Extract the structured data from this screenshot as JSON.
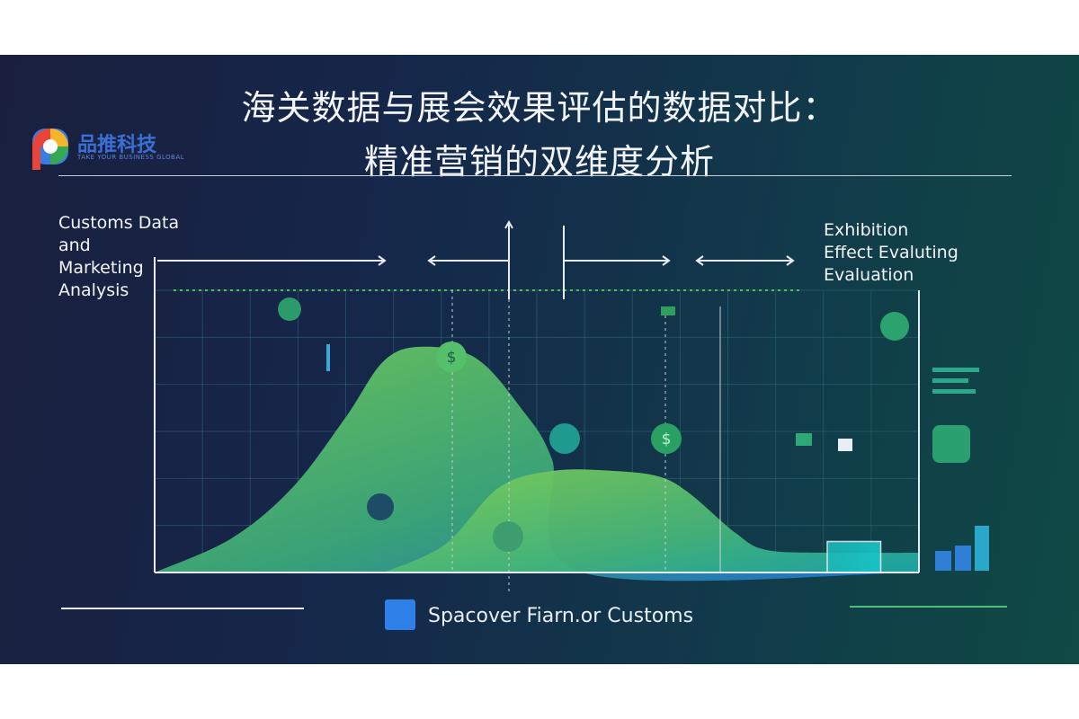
{
  "title_line1": "海关数据与展会效果评估的数据对比：",
  "title_line2": "精准营销的双维度分析",
  "logo": {
    "name": "品推科技",
    "tagline": "TAKE YOUR BUSINESS GLOBAL"
  },
  "left_label": [
    "Customs Data",
    "and",
    "Marketing",
    "Analysis"
  ],
  "right_label": [
    "Exhibition",
    "Effect Evaluting",
    "Evaluation"
  ],
  "caption": "Spacover Fiarn.or Customs",
  "colors": {
    "background": "#15274a",
    "green": "#6fc95a",
    "blue": "#1e6fd0",
    "teal": "#18c7c8"
  },
  "chart_data": {
    "type": "area",
    "title": "",
    "xlabel": "",
    "ylabel": "",
    "x_range": [
      0,
      100
    ],
    "y_range": [
      0,
      100
    ],
    "grid": true,
    "series": [
      {
        "x": [
          0,
          10,
          18,
          25,
          30,
          35,
          42,
          48,
          52,
          56,
          100
        ],
        "y": [
          0,
          12,
          30,
          55,
          75,
          80,
          76,
          58,
          40,
          0,
          0
        ]
      },
      {
        "x": [
          30,
          38,
          45,
          52,
          60,
          66,
          70,
          76,
          80,
          88,
          100
        ],
        "y": [
          0,
          10,
          30,
          36,
          36,
          34,
          28,
          14,
          8,
          7,
          7
        ]
      },
      {
        "x": [
          88,
          95
        ],
        "y": [
          11,
          11
        ]
      }
    ]
  }
}
